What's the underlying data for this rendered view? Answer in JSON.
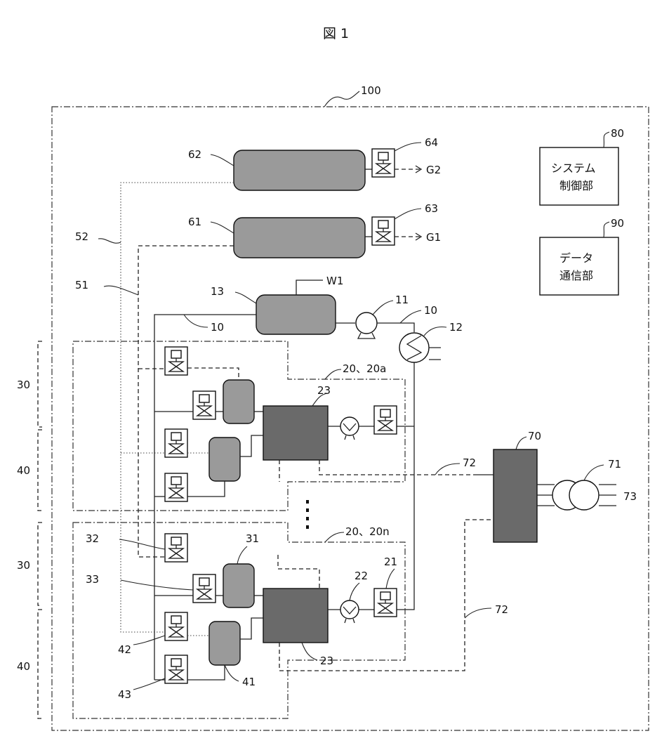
{
  "figure": {
    "title": "図 1",
    "system_label": "100"
  },
  "control": {
    "system_control": {
      "ref": "80",
      "line1": "システム",
      "line2": "制御部"
    },
    "data_comm": {
      "ref": "90",
      "line1": "データ",
      "line2": "通信部"
    }
  },
  "labels": {
    "tank_62": "62",
    "tank_61": "61",
    "valve_64": "64",
    "valve_63": "63",
    "out_g2": "G2",
    "out_g1": "G1",
    "line_52": "52",
    "line_51": "51",
    "tank_13": "13",
    "water_w1": "W1",
    "pump_11": "11",
    "pipe_10a": "10",
    "pipe_10b": "10",
    "heat_12": "12",
    "unit_20a": "20、20a",
    "unit_20n": "20、20n",
    "stack_23a": "23",
    "stack_23b": "23",
    "power_70": "70",
    "trans_71": "71",
    "grid_73": "73",
    "line_72a": "72",
    "line_72b": "72",
    "group_30a": "30",
    "group_40a": "40",
    "group_30b": "30",
    "group_40b": "40",
    "valve_32": "32",
    "valve_33": "33",
    "tank_31": "31",
    "pump_22": "22",
    "valve_21": "21",
    "valve_42": "42",
    "valve_43": "43",
    "tank_41": "41"
  }
}
